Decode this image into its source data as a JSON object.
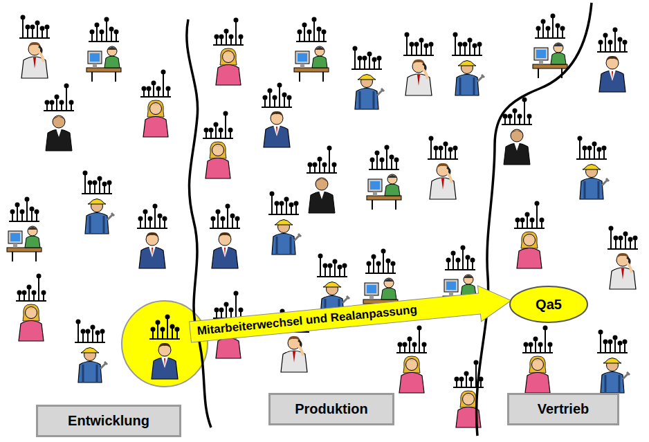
{
  "diagram": {
    "nodes": [
      {
        "text": [
          "Mitarbeiterwechsel und Realanpassung"
        ]
      },
      {
        "text": [
          "Qa5"
        ]
      },
      {
        "text": [
          "Entwicklung"
        ]
      },
      {
        "text": [
          "Produktion"
        ]
      },
      {
        "text": [
          "Vertrieb"
        ]
      }
    ]
  }
}
